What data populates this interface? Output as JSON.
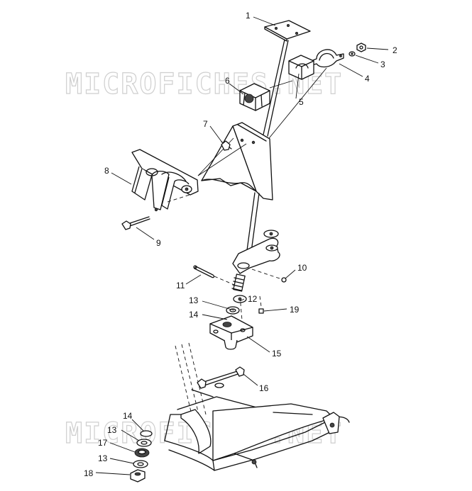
{
  "watermarks": [
    "MICROFICHES.NET",
    "MICROFICHES.NET"
  ],
  "callouts": [
    {
      "id": "c1",
      "text": "1"
    },
    {
      "id": "c2",
      "text": "2"
    },
    {
      "id": "c3",
      "text": "3"
    },
    {
      "id": "c4",
      "text": "4"
    },
    {
      "id": "c5",
      "text": "5"
    },
    {
      "id": "c6",
      "text": "6"
    },
    {
      "id": "c7",
      "text": "7"
    },
    {
      "id": "c8",
      "text": "8"
    },
    {
      "id": "c9",
      "text": "9"
    },
    {
      "id": "c10",
      "text": "10"
    },
    {
      "id": "c11",
      "text": "11"
    },
    {
      "id": "c12",
      "text": "12"
    },
    {
      "id": "c13a",
      "text": "13"
    },
    {
      "id": "c14a",
      "text": "14"
    },
    {
      "id": "c15",
      "text": "15"
    },
    {
      "id": "c16",
      "text": "16"
    },
    {
      "id": "c19",
      "text": "19"
    },
    {
      "id": "c14b",
      "text": "14"
    },
    {
      "id": "c13b",
      "text": "13"
    },
    {
      "id": "c17",
      "text": "17"
    },
    {
      "id": "c13c",
      "text": "13"
    },
    {
      "id": "c18",
      "text": "18"
    }
  ]
}
